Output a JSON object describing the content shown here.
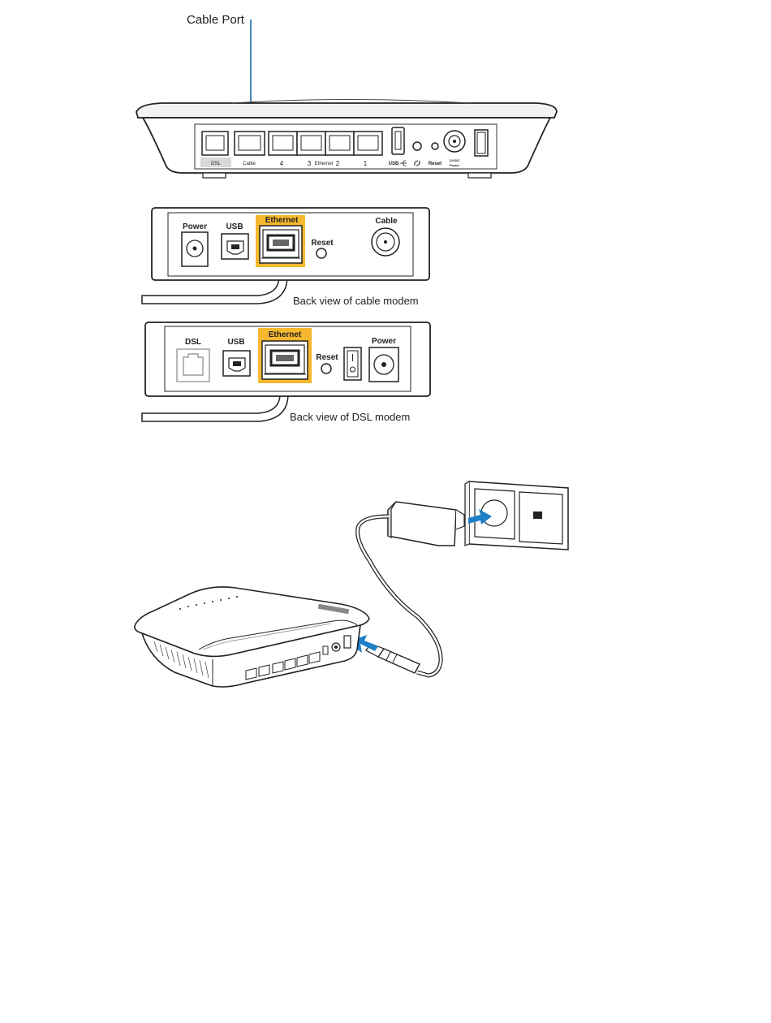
{
  "router_rear": {
    "callout": "Cable Port",
    "port_labels": {
      "dsl": "DSL",
      "cable": "Cable",
      "lan4": "4",
      "lan3": "3",
      "ethernet": "Ethernet",
      "lan2": "2",
      "lan1": "1",
      "usb": "USB",
      "reset": "Reset",
      "power_top": "12VDC",
      "power_bottom": "Power"
    },
    "callout_color": "#1f6fa8"
  },
  "cable_modem": {
    "labels": {
      "power": "Power",
      "usb": "USB",
      "ethernet": "Ethernet",
      "reset": "Reset",
      "cable": "Cable"
    },
    "caption": "Back view of cable modem",
    "highlight_color": "#f5b82e"
  },
  "dsl_modem": {
    "labels": {
      "dsl": "DSL",
      "usb": "USB",
      "ethernet": "Ethernet",
      "reset": "Reset",
      "power": "Power"
    },
    "caption": "Back view of DSL modem",
    "highlight_color": "#f5b82e"
  },
  "power_illustration": {
    "arrow_color": "#1e7fc7"
  }
}
